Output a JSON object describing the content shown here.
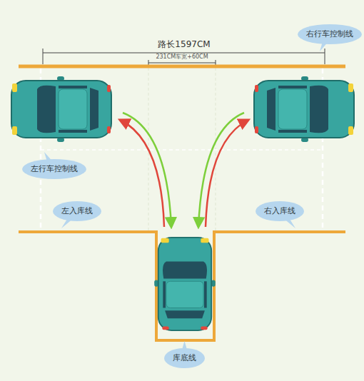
{
  "diagram": {
    "nodes": [
      {
        "text": [
          "右行车控制线"
        ]
      },
      {
        "text": [
          "左行车控制线"
        ]
      },
      {
        "text": [
          "左入库线"
        ]
      },
      {
        "text": [
          "右入库线"
        ]
      },
      {
        "text": [
          "库底线"
        ]
      }
    ],
    "labels": [
      "路长1597CM",
      "231CM车宽+60CM"
    ]
  }
}
